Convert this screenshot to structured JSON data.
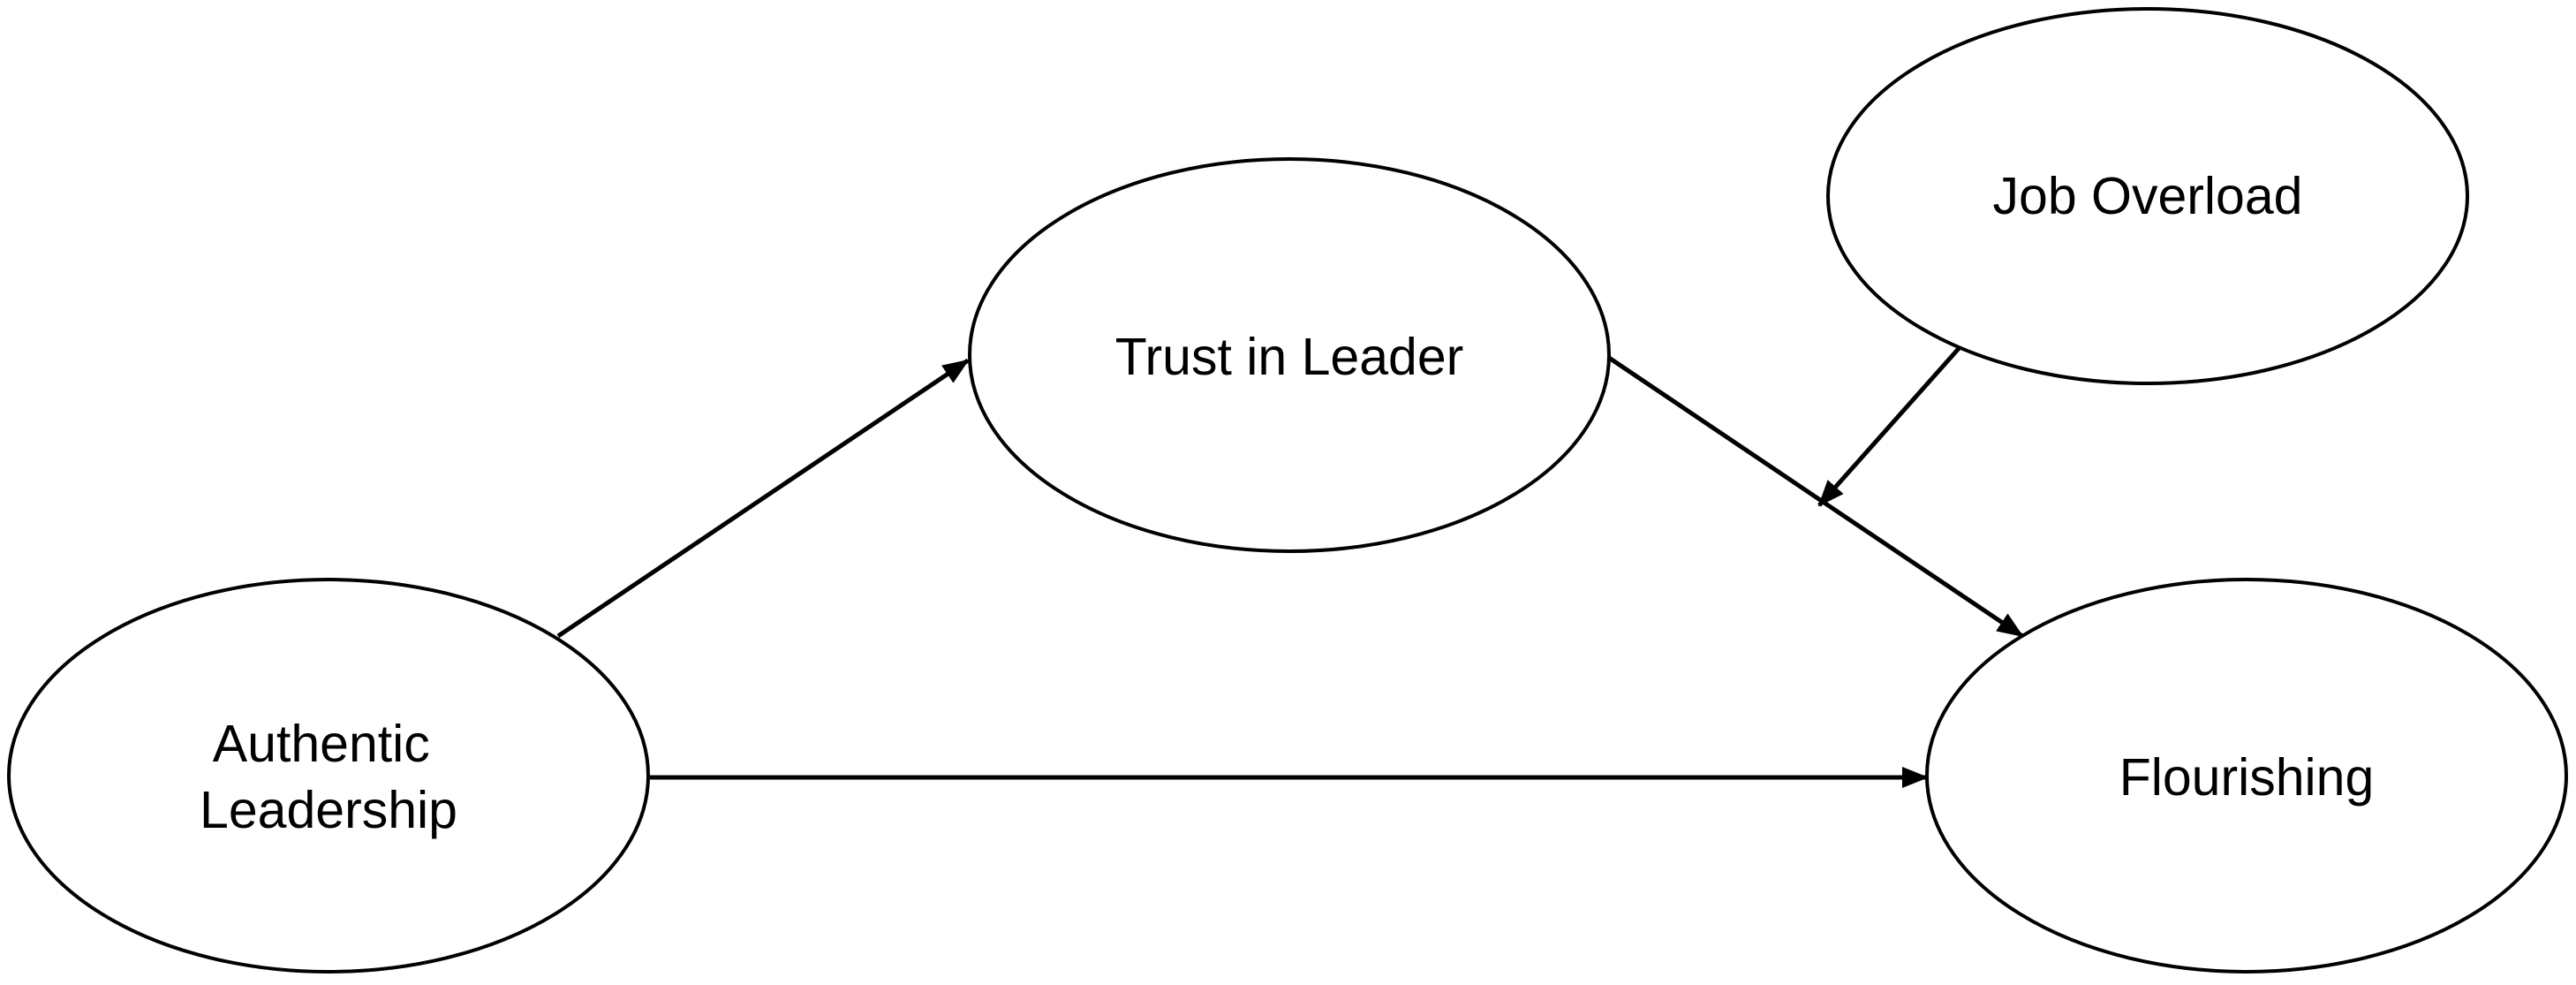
{
  "diagram": {
    "type": "path-model",
    "colors": {
      "stroke": "#000000",
      "fill": "#ffffff",
      "text": "#000000"
    },
    "nodes": [
      {
        "id": "authentic-leadership",
        "label_lines": [
          "Authentic",
          "Leadership"
        ]
      },
      {
        "id": "trust-in-leader",
        "label_lines": [
          "Trust in Leader"
        ]
      },
      {
        "id": "job-overload",
        "label_lines": [
          "Job Overload"
        ]
      },
      {
        "id": "flourishing",
        "label_lines": [
          "Flourishing"
        ]
      }
    ],
    "edges": [
      {
        "from": "authentic-leadership",
        "to": "trust-in-leader"
      },
      {
        "from": "trust-in-leader",
        "to": "flourishing"
      },
      {
        "from": "authentic-leadership",
        "to": "flourishing"
      },
      {
        "from": "job-overload",
        "to": "trust-in-leader->flourishing",
        "kind": "moderation"
      }
    ]
  }
}
